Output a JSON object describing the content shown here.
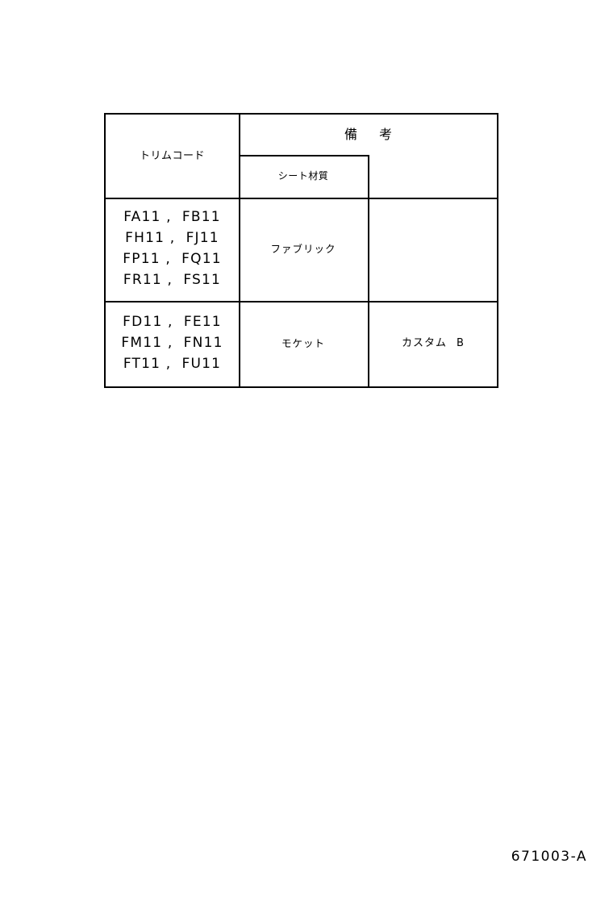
{
  "document": {
    "drawing_number": "671003-A"
  },
  "table": {
    "header": {
      "trim_code_label": "トリムコード",
      "remarks_label_part1": "備",
      "remarks_label_part2": "考",
      "seat_material_label": "シート材質",
      "blank_sub_label": ""
    },
    "rows": [
      {
        "code_lines": [
          "FA11 ,  FB11",
          "FH11 ,  FJ11",
          "FP11 ,  FQ11",
          "FR11 ,  FS11"
        ],
        "seat_material": "ファブリック",
        "note_part1": "",
        "note_part2": ""
      },
      {
        "code_lines": [
          "FD11 ,  FE11",
          "FM11 ,  FN11",
          "FT11 ,  FU11"
        ],
        "seat_material": "モケット",
        "note_part1": "カスタム",
        "note_part2": "B"
      }
    ]
  },
  "colors": {
    "ink": "#000000",
    "paper": "#ffffff"
  }
}
